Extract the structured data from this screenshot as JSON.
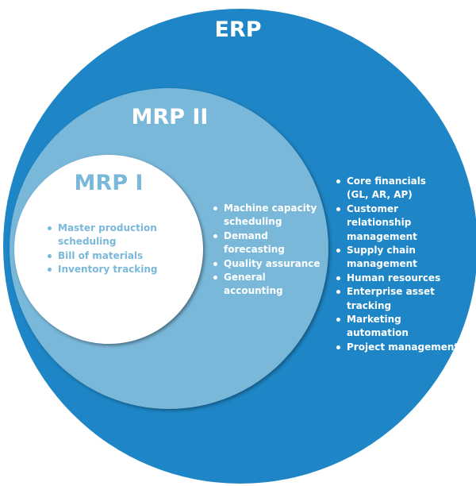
{
  "colors": {
    "erp": "#1e86c6",
    "mrp2": "#7ab8da",
    "mrp1": "#ffffff"
  },
  "erp": {
    "title": "ERP",
    "items": [
      "Core financials (GL, AR, AP)",
      "Customer relationship management",
      "Supply chain management",
      "Human resources",
      "Enterprise asset tracking",
      "Marketing automation",
      "Project management"
    ]
  },
  "mrp2": {
    "title": "MRP II",
    "items": [
      "Machine capacity scheduling",
      "Demand forecasting",
      "Quality assurance",
      "General accounting"
    ]
  },
  "mrp1": {
    "title": "MRP I",
    "items": [
      "Master production scheduling",
      "Bill of materials",
      "Inventory tracking"
    ]
  }
}
